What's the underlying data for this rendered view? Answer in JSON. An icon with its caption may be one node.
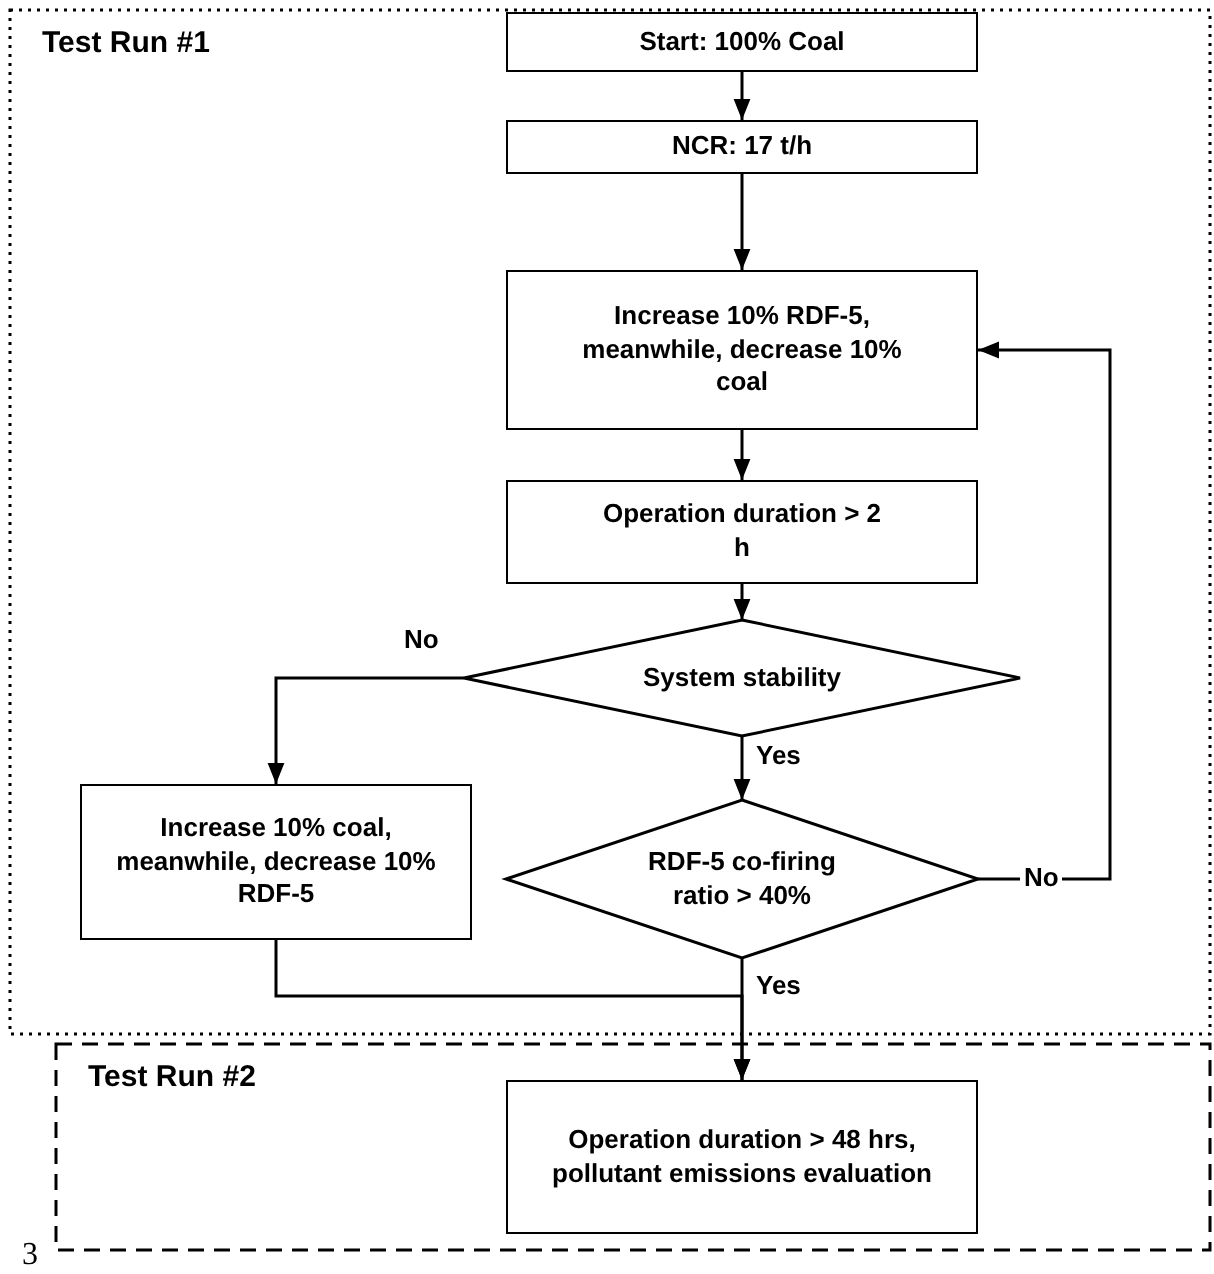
{
  "diagram": {
    "nodes": [
      {
        "text": [
          "Test Run #1"
        ]
      },
      {
        "text": [
          "Start: 100% Coal"
        ],
        "in": 0
      },
      {
        "text": [
          "NCR: 17 t/h"
        ],
        "in": 0
      },
      {
        "text": [
          "Increase 10% RDF-5, meanwhile, decrease 10% coal"
        ],
        "in": 0
      },
      {
        "text": [
          "Operation duration > 2 h"
        ],
        "in": 0
      },
      {
        "text": [
          "System stability"
        ],
        "in": 0
      },
      {
        "text": [
          "Increase 10% coal, meanwhile, decrease 10% RDF-5"
        ],
        "in": 0
      },
      {
        "text": [
          "RDF-5 co-firing ratio > 40%"
        ],
        "in": 0
      },
      {
        "text": [
          "Test Run #2"
        ]
      },
      {
        "text": [
          "Operation duration > 48 hrs, pollutant emissions evaluation"
        ],
        "in": 8
      }
    ],
    "edges": [
      {
        "from": 1,
        "to": 2,
        "arrow": "to"
      },
      {
        "from": 2,
        "to": 3,
        "arrow": "to"
      },
      {
        "from": 3,
        "to": 4,
        "arrow": "to"
      },
      {
        "from": 4,
        "to": 5,
        "arrow": "to"
      },
      {
        "from": 5,
        "to": 6,
        "arrow": "to",
        "label": "No"
      },
      {
        "from": 5,
        "to": 7,
        "arrow": "to",
        "label": "Yes"
      },
      {
        "from": 7,
        "to": 3,
        "arrow": "to",
        "label": "No"
      },
      {
        "from": 7,
        "to": 9,
        "arrow": "to",
        "label": "Yes"
      },
      {
        "from": 6,
        "to": 9,
        "arrow": "to"
      }
    ],
    "labels": [
      "3"
    ]
  }
}
